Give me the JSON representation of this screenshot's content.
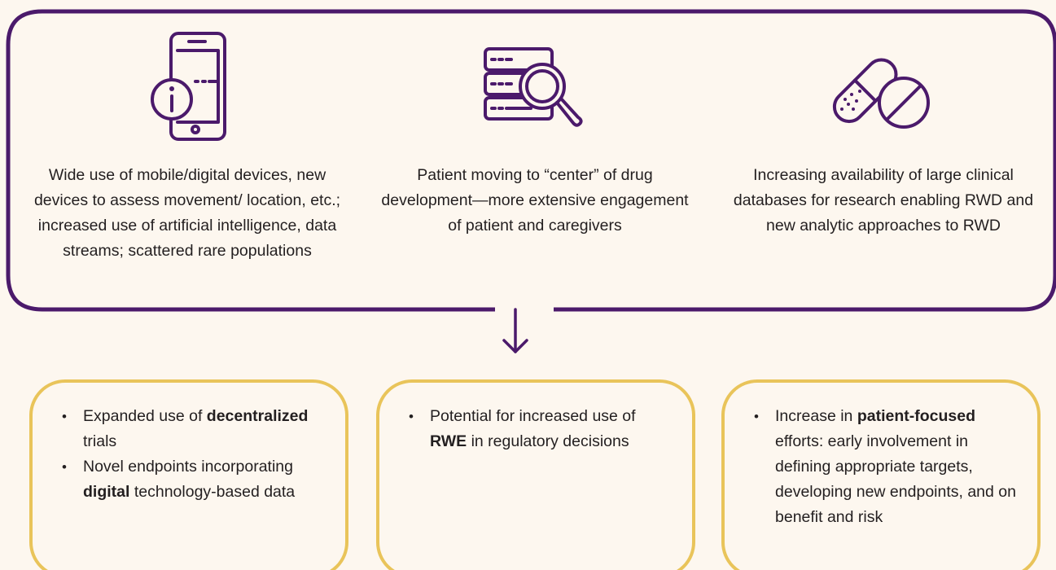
{
  "colors": {
    "background": "#fdf7ef",
    "top_frame": "#4b1a6b",
    "card_border": "#e9c45a",
    "icon_stroke": "#4b1a6b",
    "text": "#231f20"
  },
  "drivers": [
    {
      "icon": "mobile-info-icon",
      "text": "Wide use of mobile/digital devices, new devices to assess movement/ location, etc.; increased use of artificial intelligence, data streams; scattered rare populations"
    },
    {
      "icon": "database-search-icon",
      "text": "Patient moving to “center” of drug development—more extensive engagement of patient and caregivers"
    },
    {
      "icon": "pills-icon",
      "text": "Increasing availability of large clinical databases for research enabling RWD and new analytic approaches to RWD"
    }
  ],
  "arrow_icon": "down-arrow-icon",
  "outcomes": [
    {
      "bullets": [
        {
          "pre": "Expanded use of ",
          "bold": "decentralized",
          "post": " trials"
        },
        {
          "pre": "Novel endpoints incorporating ",
          "bold": "digital",
          "post": " technology-based data"
        }
      ]
    },
    {
      "bullets": [
        {
          "pre": "Potential for increased use of ",
          "bold": "RWE",
          "post": " in regulatory decisions"
        }
      ]
    },
    {
      "bullets": [
        {
          "pre": "Increase in ",
          "bold": "patient-focused",
          "post": " efforts: early involvement in defining appropriate targets, developing new endpoints, and on benefit and risk"
        }
      ]
    }
  ]
}
